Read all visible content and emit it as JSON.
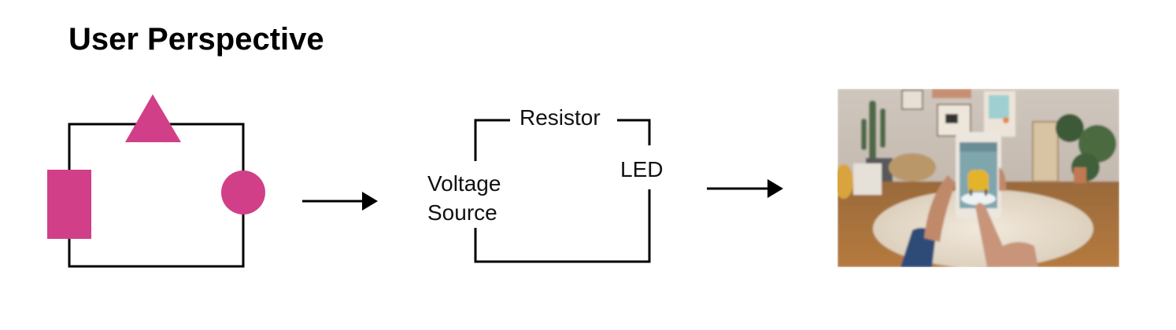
{
  "title": "User Perspective",
  "colors": {
    "accent": "#D13F88",
    "line": "#000000"
  },
  "abstract_circuit": {
    "shapes": [
      {
        "name": "voltage-source",
        "shape": "rectangle"
      },
      {
        "name": "resistor",
        "shape": "triangle"
      },
      {
        "name": "led",
        "shape": "circle"
      }
    ]
  },
  "labeled_circuit": {
    "resistor_label": "Resistor",
    "led_label": "LED",
    "voltage_label_line1": "Voltage",
    "voltage_label_line2": "Source"
  },
  "photo": {
    "description": "Hands holding a smartphone showing an AR view of a yellow armchair placed in a living room with a round white rug"
  }
}
